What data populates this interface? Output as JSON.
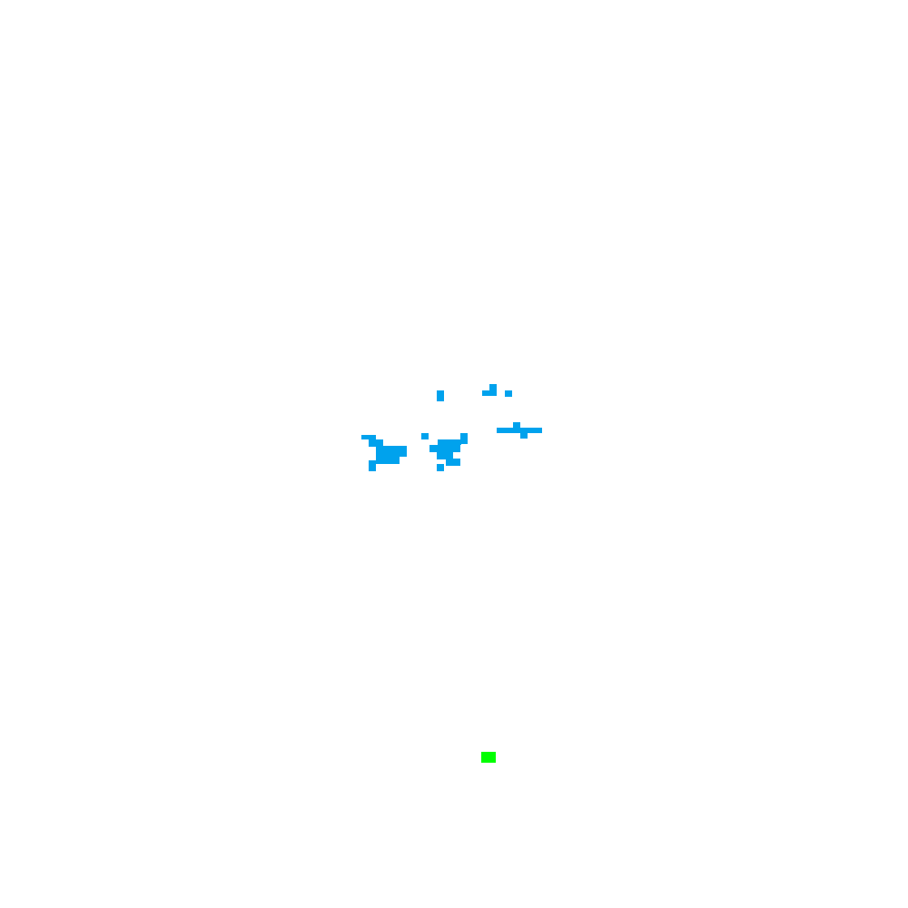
{
  "game": {
    "background_color": "#ffffff",
    "grid_cell_units": "8x8 blocks",
    "terrain": {
      "color": "#00a2ed",
      "cluster_count": 5
    },
    "player": {
      "color": "#00ff00",
      "shape": "square"
    }
  }
}
